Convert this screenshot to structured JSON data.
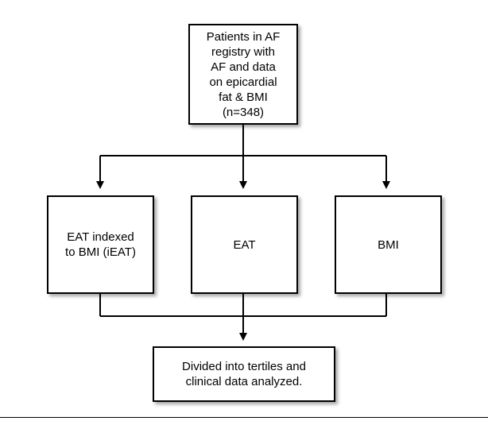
{
  "diagram": {
    "nodes": {
      "source": {
        "label": "Patients in AF\nregistry with\nAF and data\non epicardial\nfat & BMI\n(n=348)"
      },
      "ieat": {
        "label": "EAT indexed\nto BMI (iEAT)"
      },
      "eat": {
        "label": "EAT"
      },
      "bmi": {
        "label": "BMI"
      },
      "result": {
        "label": "Divided into tertiles and\nclinical data analyzed."
      }
    },
    "colors": {
      "stroke": "#000000",
      "fill": "#ffffff"
    }
  }
}
